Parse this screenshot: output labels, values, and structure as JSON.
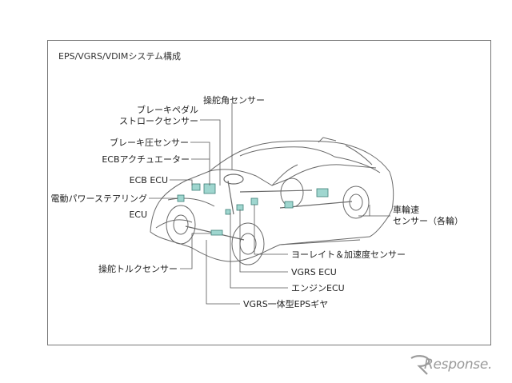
{
  "title": "EPS/VGRS/VDIMシステム構成",
  "labels": {
    "steering_angle_sensor": "操舵角センサー",
    "brake_pedal_stroke_sensor_1": "ブレーキペダル",
    "brake_pedal_stroke_sensor_2": "ストロークセンサー",
    "brake_pressure_sensor": "ブレーキ圧センサー",
    "ecb_actuator": "ECBアクチュエーター",
    "ecb_ecu": "ECB ECU",
    "eps_ecu_1": "電動パワーステアリング",
    "eps_ecu_2": "ECU",
    "wheel_speed_sensor_1": "車輪速",
    "wheel_speed_sensor_2": "センサー（各輪）",
    "yaw_rate_sensor": "ヨーレイト＆加速度センサー",
    "vgrs_ecu": "VGRS ECU",
    "engine_ecu": "エンジンECU",
    "steering_torque_sensor": "操舵トルクセンサー",
    "vgrs_eps_gear": "VGRS一体型EPSギヤ"
  },
  "watermark": "Response.",
  "colors": {
    "line": "#555555",
    "component": "#9fd6cf",
    "component_stroke": "#3f7f78"
  }
}
